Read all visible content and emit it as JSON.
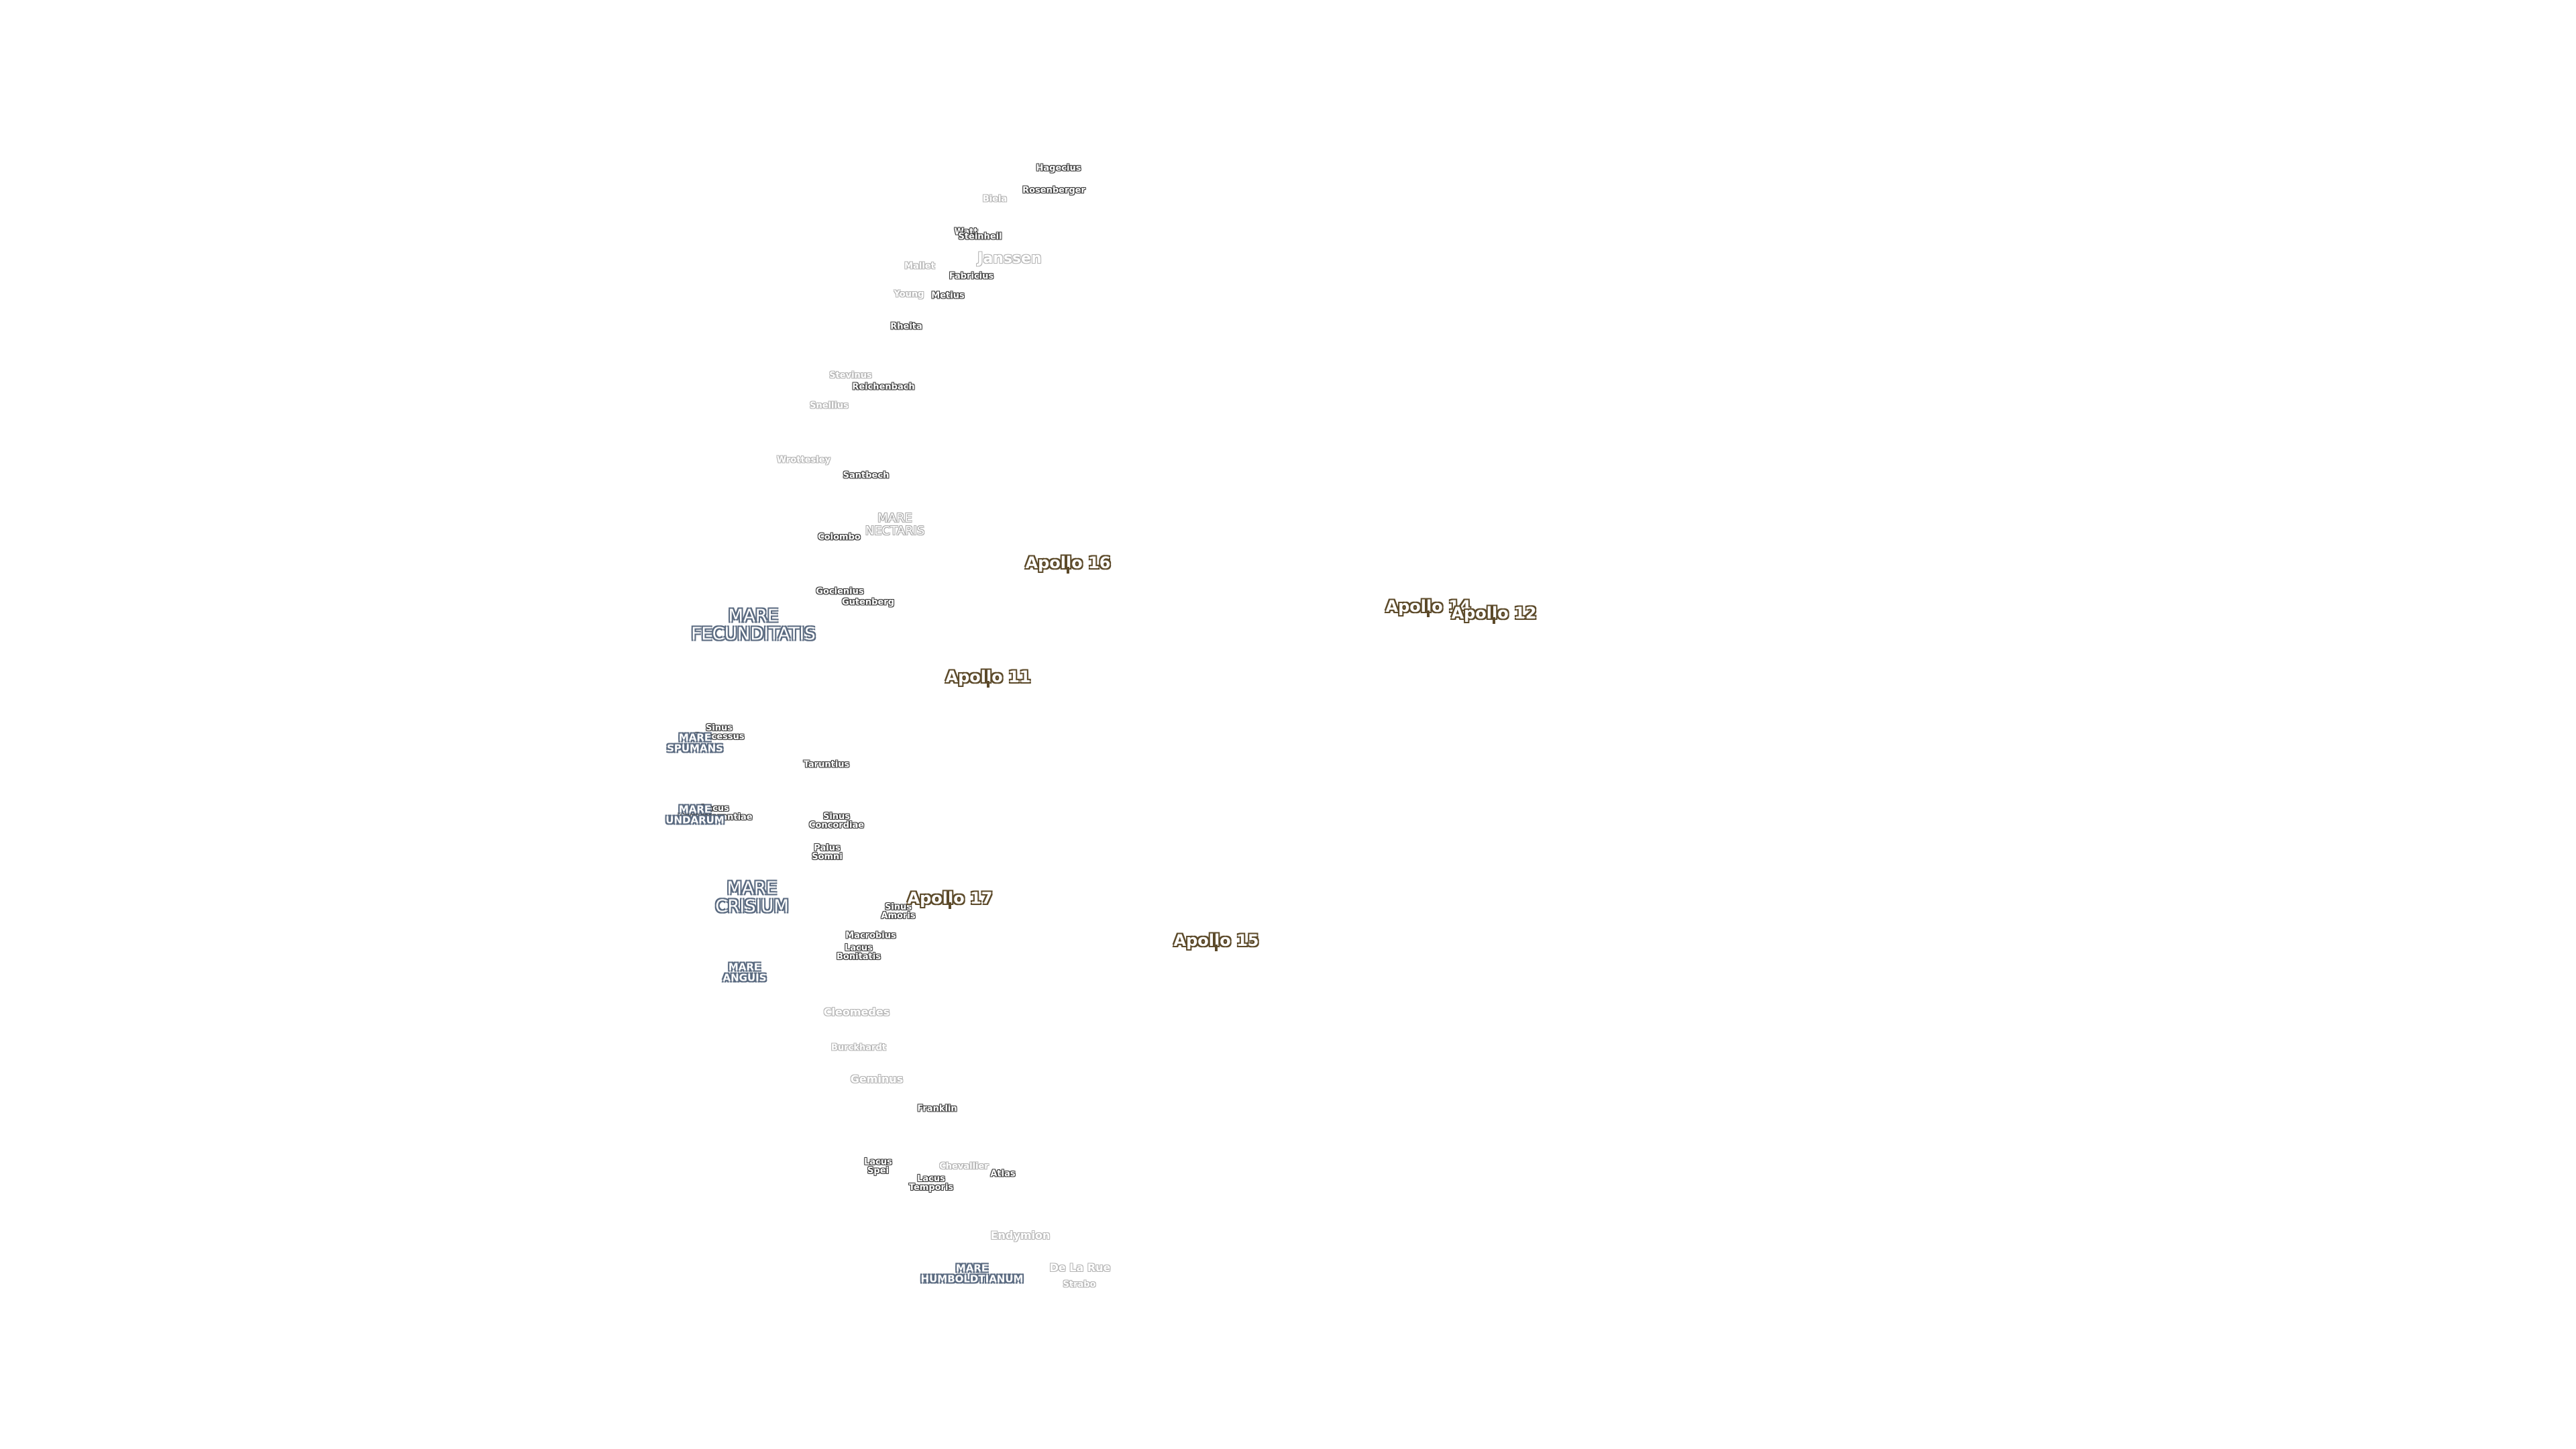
{
  "labels": [
    {
      "id": "hagecius",
      "text": "Hagecius",
      "kind": "crater"
    },
    {
      "id": "rosenberger",
      "text": "Rosenberger",
      "kind": "crater"
    },
    {
      "id": "biela",
      "text": "Biela",
      "kind": "crater-faint"
    },
    {
      "id": "watt",
      "text": "Watt",
      "kind": "crater"
    },
    {
      "id": "steinheil",
      "text": "Steinheil",
      "kind": "crater"
    },
    {
      "id": "janssen",
      "text": "Janssen",
      "kind": "crater-faint-big"
    },
    {
      "id": "mallet",
      "text": "Mallet",
      "kind": "crater-faint"
    },
    {
      "id": "fabricius",
      "text": "Fabricius",
      "kind": "crater"
    },
    {
      "id": "young",
      "text": "Young",
      "kind": "crater-faint"
    },
    {
      "id": "metius",
      "text": "Metius",
      "kind": "crater"
    },
    {
      "id": "rheita",
      "text": "Rheita",
      "kind": "crater"
    },
    {
      "id": "stevinus",
      "text": "Stevinus",
      "kind": "crater-faint"
    },
    {
      "id": "reichenbach",
      "text": "Reichenbach",
      "kind": "crater"
    },
    {
      "id": "snellius",
      "text": "Snellius",
      "kind": "crater-faint"
    },
    {
      "id": "wrottesley",
      "text": "Wrottesley",
      "kind": "crater-faint"
    },
    {
      "id": "santbech",
      "text": "Santbech",
      "kind": "crater"
    },
    {
      "id": "mare-nectaris",
      "text": "MARE NECTARIS",
      "kind": "mare-faint"
    },
    {
      "id": "colombo",
      "text": "Colombo",
      "kind": "crater"
    },
    {
      "id": "goclenius",
      "text": "Goclenius",
      "kind": "crater"
    },
    {
      "id": "gutenberg",
      "text": "Gutenberg",
      "kind": "crater"
    },
    {
      "id": "mare-fecunditatis",
      "text": "MARE FECUNDITATIS",
      "kind": "mare"
    },
    {
      "id": "sinus-successus",
      "text": "Sinus Successus",
      "kind": "crater"
    },
    {
      "id": "mare-spumans",
      "text": "MARE SPUMANS",
      "kind": "mare-small"
    },
    {
      "id": "taruntius",
      "text": "Taruntius",
      "kind": "crater"
    },
    {
      "id": "lacus-perseverantiae",
      "text": "Lacus Perseverantiae",
      "kind": "crater"
    },
    {
      "id": "mare-undarum",
      "text": "MARE UNDARUM",
      "kind": "mare-small"
    },
    {
      "id": "sinus-concordiae",
      "text": "Sinus Concordiae",
      "kind": "crater"
    },
    {
      "id": "palus-somni",
      "text": "Palus Somni",
      "kind": "crater"
    },
    {
      "id": "mare-crisium",
      "text": "MARE CRISIUM",
      "kind": "mare"
    },
    {
      "id": "sinus-amoris",
      "text": "Sinus Amoris",
      "kind": "crater"
    },
    {
      "id": "macrobius",
      "text": "Macrobius",
      "kind": "crater"
    },
    {
      "id": "lacus-bonitatis",
      "text": "Lacus Bonitatis",
      "kind": "crater"
    },
    {
      "id": "mare-anguis",
      "text": "MARE ANGUIS",
      "kind": "mare-small"
    },
    {
      "id": "cleomedes",
      "text": "Cleomedes",
      "kind": "crater-faint-mid"
    },
    {
      "id": "burckhardt",
      "text": "Burckhardt",
      "kind": "crater-faint"
    },
    {
      "id": "geminus",
      "text": "Geminus",
      "kind": "crater-faint-mid"
    },
    {
      "id": "franklin",
      "text": "Franklin",
      "kind": "crater"
    },
    {
      "id": "lacus-spei",
      "text": "Lacus Spei",
      "kind": "crater"
    },
    {
      "id": "chevallier",
      "text": "Chevallier",
      "kind": "crater-faint"
    },
    {
      "id": "atlas",
      "text": "Atlas",
      "kind": "crater"
    },
    {
      "id": "lacus-temporis",
      "text": "Lacus Temporis",
      "kind": "crater"
    },
    {
      "id": "endymion",
      "text": "Endymion",
      "kind": "crater-faint-mid"
    },
    {
      "id": "mare-humboldtianum",
      "text": "MARE HUMBOLDTIANUM",
      "kind": "mare-small"
    },
    {
      "id": "de-la-rue",
      "text": "De La Rue",
      "kind": "crater-faint-mid"
    },
    {
      "id": "strabo",
      "text": "Strabo",
      "kind": "crater-faint"
    }
  ],
  "apollo_sites": [
    {
      "id": "apollo-16",
      "text": "Apollo 16"
    },
    {
      "id": "apollo-14",
      "text": "Apollo 14"
    },
    {
      "id": "apollo-12",
      "text": "Apollo 12"
    },
    {
      "id": "apollo-11",
      "text": "Apollo 11"
    },
    {
      "id": "apollo-17",
      "text": "Apollo 17"
    },
    {
      "id": "apollo-15",
      "text": "Apollo 15"
    }
  ],
  "colors": {
    "background": "#ffffff",
    "crater_outline": "#3c3c3c",
    "mare_outline": "#5a6a80",
    "apollo_outline": "#5c4a2a"
  }
}
